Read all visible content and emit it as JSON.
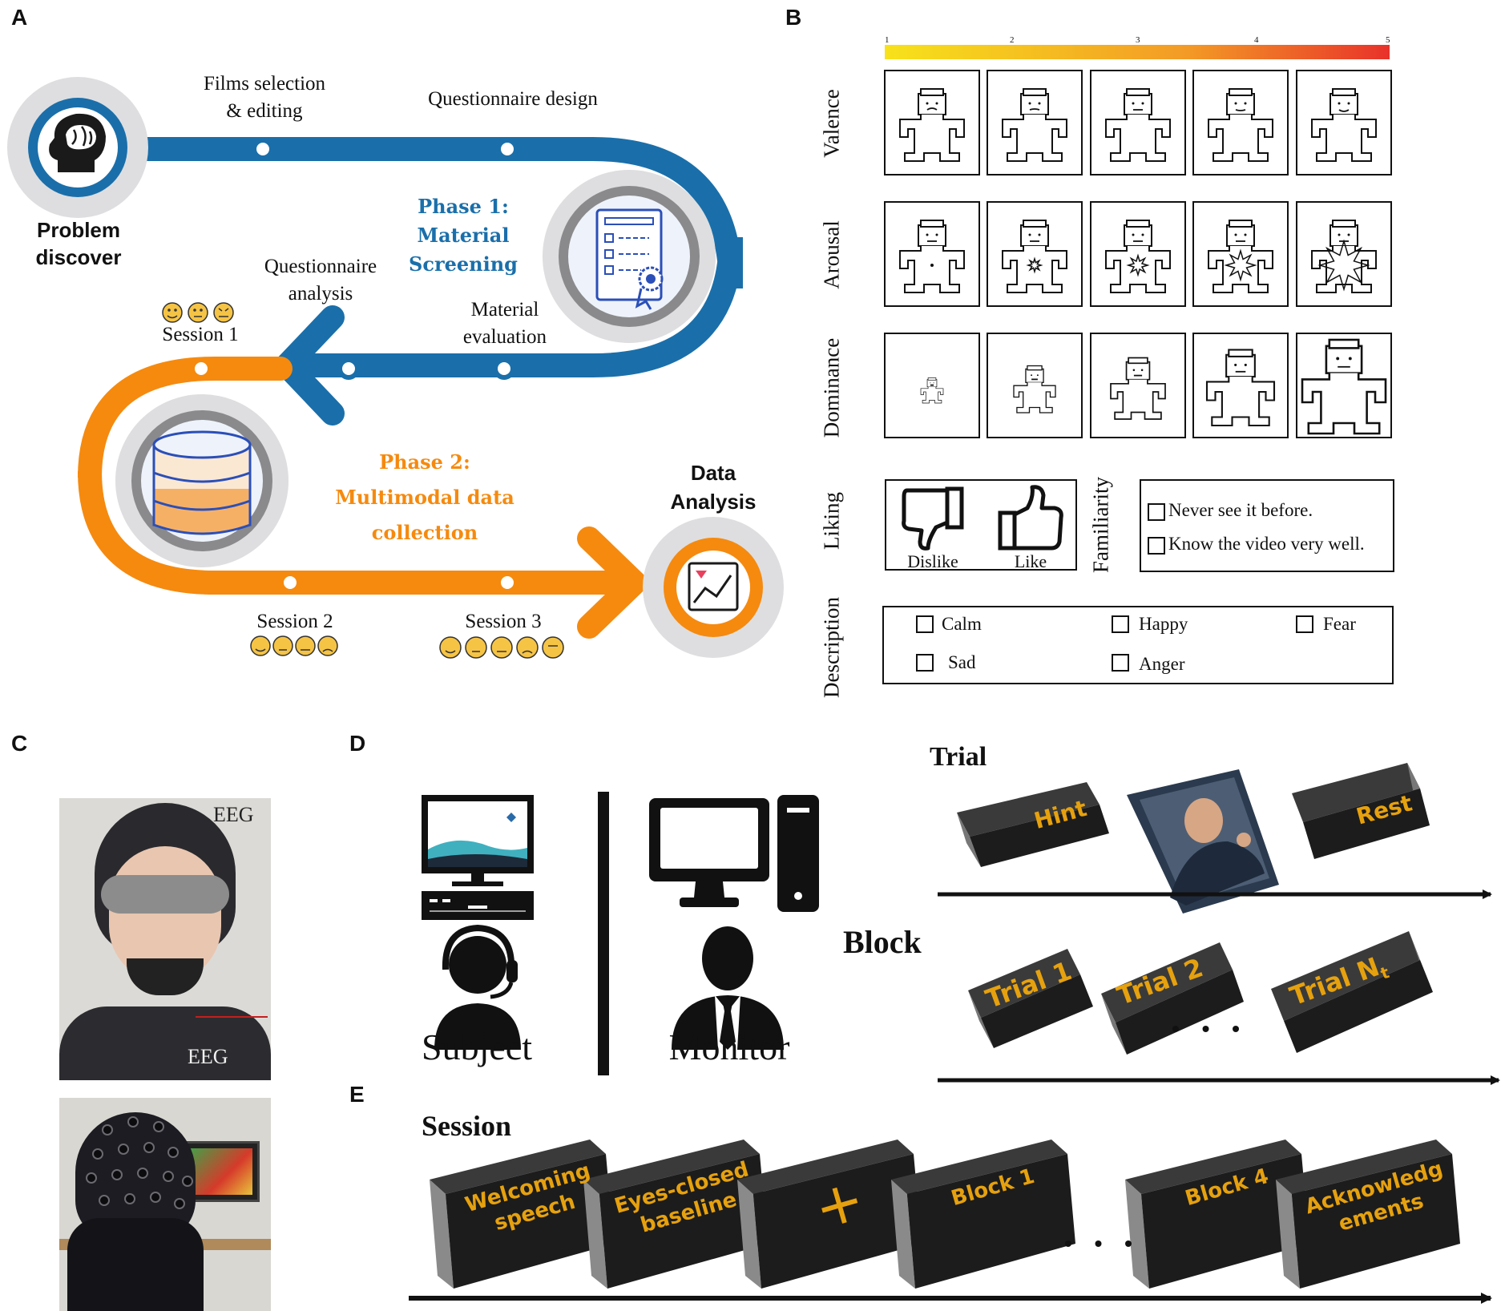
{
  "panels": {
    "a": "A",
    "b": "B",
    "c": "C",
    "d": "D",
    "e": "E"
  },
  "colors": {
    "blue": "#1a6faa",
    "orange": "#f58a0f",
    "gray": "#d9d9db",
    "dark_block": "#1c1c1c",
    "block_text": "#e6a10e",
    "scale_start": "#f7e21b",
    "scale_end": "#e8322a"
  },
  "panel_a": {
    "start_label": [
      "Problem",
      "discover"
    ],
    "steps": {
      "films": [
        "Films selection",
        "& editing"
      ],
      "questionnaire_design": "Questionnaire design",
      "questionnaire_analysis": [
        "Questionnaire",
        "analysis"
      ],
      "material_evaluation": [
        "Material",
        "evaluation"
      ],
      "session1": "Session 1",
      "session2": "Session 2",
      "session3": "Session 3"
    },
    "phase1": [
      "Phase 1:",
      "Material",
      "Screening"
    ],
    "phase2": [
      "Phase 2:",
      "Multimodal data",
      "collection"
    ],
    "end_label": [
      "Data",
      "Analysis"
    ],
    "icons": [
      "brain-head-icon",
      "document-certificate-icon",
      "database-icon",
      "analytics-chart-icon"
    ]
  },
  "panel_b": {
    "scale_ticks": [
      "1",
      "2",
      "3",
      "4",
      "5"
    ],
    "rows": [
      "Valence",
      "Arousal",
      "Dominance"
    ],
    "liking": {
      "label": "Liking",
      "options": [
        "Dislike",
        "Like"
      ]
    },
    "familiarity": {
      "label": "Familiarity",
      "options": [
        "Never see it before.",
        "Know the video very well."
      ]
    },
    "description": {
      "label": "Description",
      "options": [
        "Calm",
        "Happy",
        "Fear",
        "Sad",
        "Anger"
      ]
    }
  },
  "panel_c": {
    "eeg_top": "EEG",
    "eeg_bottom": "EEG"
  },
  "panel_d": {
    "subject": "Subject",
    "monitor": "Monitor",
    "trial_title": "Trial",
    "trial_blocks": [
      "Hint",
      "Rest"
    ],
    "block_title": "Block",
    "block_blocks": [
      "Trial 1",
      "Trial 2",
      "Trial N"
    ],
    "nt_sub": "t",
    "ellipsis": "• • •"
  },
  "panel_e": {
    "session_title": "Session",
    "session_blocks": [
      [
        "Welcoming",
        "speech"
      ],
      [
        "Eyes-closed",
        "baseline"
      ],
      [
        "+"
      ],
      [
        "Block 1"
      ],
      [
        "Block 4"
      ],
      [
        "Acknowledg",
        "ements"
      ]
    ],
    "ellipsis": "• • •"
  }
}
